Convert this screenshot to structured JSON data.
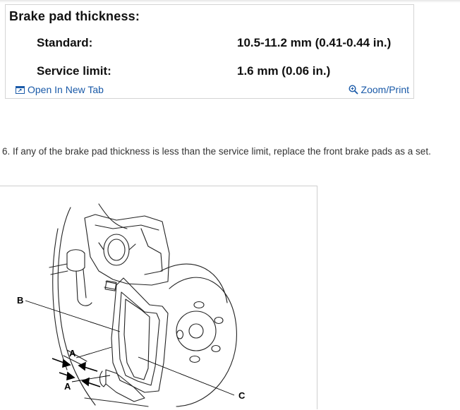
{
  "spec": {
    "title": "Brake pad thickness:",
    "rows": [
      {
        "label": "Standard:",
        "value": "10.5-11.2 mm (0.41-0.44 in.)"
      },
      {
        "label": "Service limit:",
        "value": "1.6 mm (0.06 in.)"
      }
    ],
    "open_link": "Open In New Tab",
    "zoom_link": "Zoom/Print"
  },
  "step": {
    "text": "6. If any of the brake pad thickness is less than the service limit, replace the front brake pads as a set."
  },
  "figure": {
    "callouts": {
      "a_upper": "A",
      "a_lower": "A",
      "b": "B",
      "c": "C"
    }
  },
  "icons": {
    "open": "open-in-new-tab-icon",
    "zoom": "zoom-icon"
  },
  "colors": {
    "link": "#1a5aa8",
    "border": "#d4d4d4"
  }
}
